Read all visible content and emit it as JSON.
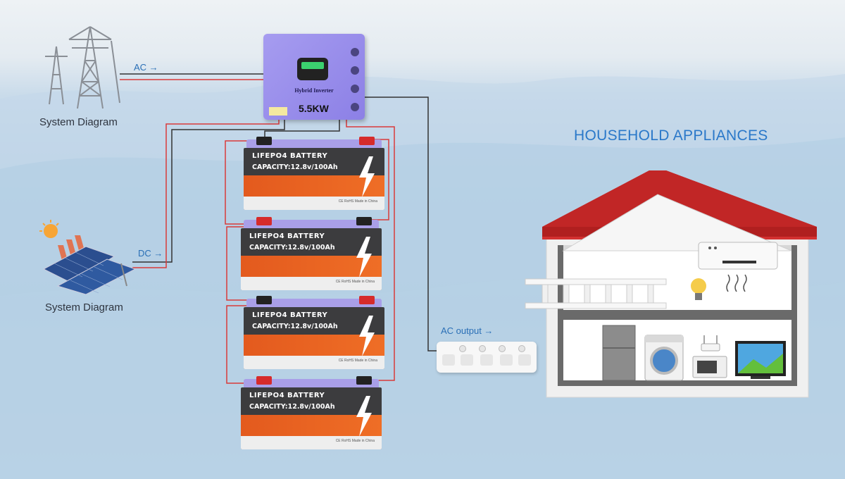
{
  "labels": {
    "grid_caption": "System Diagram",
    "solar_caption": "System Diagram",
    "ac_in": "AC →",
    "dc_in": "DC →",
    "ac_output": "AC output →",
    "household": "HOUSEHOLD APPLIANCES"
  },
  "inverter": {
    "name": "Hybrid Inverter",
    "power": "5.5KW"
  },
  "battery": {
    "title": "LIFEPO4 BATTERY",
    "capacity": "CAPACITY:12.8v/100Ah",
    "footer": "CE RoHS Made in China"
  },
  "colors": {
    "inverter": "#9b90ec",
    "battery_body": "#3c3c3e",
    "battery_stripe": "#e8601f",
    "roof": "#cc2a2a",
    "wire_red": "#d93a3a",
    "wire_dark": "#333333",
    "accent_blue": "#2a78c9"
  }
}
